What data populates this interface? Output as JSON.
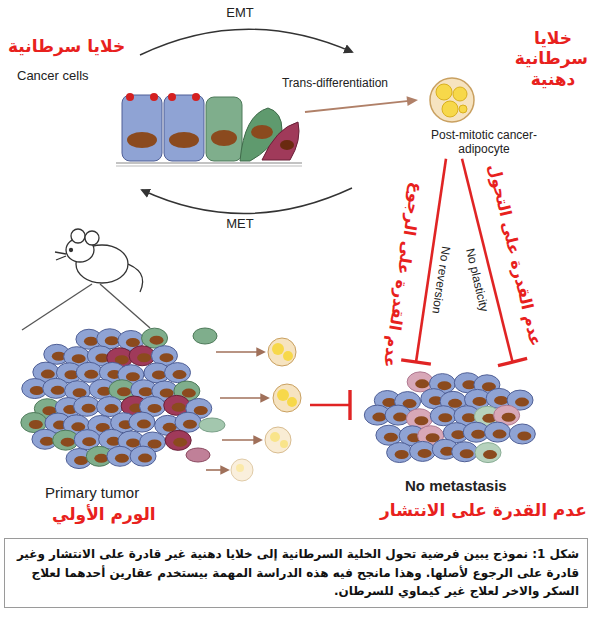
{
  "diagram": {
    "caption": "شكل 1: نموذج يبين فرضية تحول الخلية السرطانية إلى خلايا دهنية غير قادرة على الانتشار وغير قادرة على الرجوع لأصلها. وهذا مانجح فيه هذه الدراسة المهمة بيستخدم عقارين أحدهما لعلاج السكر والاخر لعلاج غير كيماوي للسرطان.",
    "nodes": [
      {
        "text": [
          "خلايا سرطانية",
          "Cancer cells"
        ]
      },
      {
        "text": [
          "خلايا سرطانية دهنية",
          "Post-mitotic cancer-adipocyte"
        ]
      },
      {
        "text": [
          "Primary tumor",
          "الورم الأولي"
        ]
      },
      {
        "text": [
          "No metastasis",
          "عدم القدرة على الانتشار"
        ]
      }
    ],
    "edges": [
      {
        "from": 0,
        "to": 1,
        "arrow": "to",
        "label": "Trans-differentiation"
      },
      {
        "from": 1,
        "to": 3,
        "arrow": "to",
        "label": "No reversion"
      },
      {
        "from": 1,
        "to": 3,
        "arrow": "to",
        "label": "No plasticity"
      },
      {
        "from": 2,
        "to": 3,
        "arrow": "to"
      }
    ],
    "labels": [
      "EMT",
      "MET",
      "عدم القدرة على الرجوع",
      "عدم القدرة على التحول"
    ]
  }
}
